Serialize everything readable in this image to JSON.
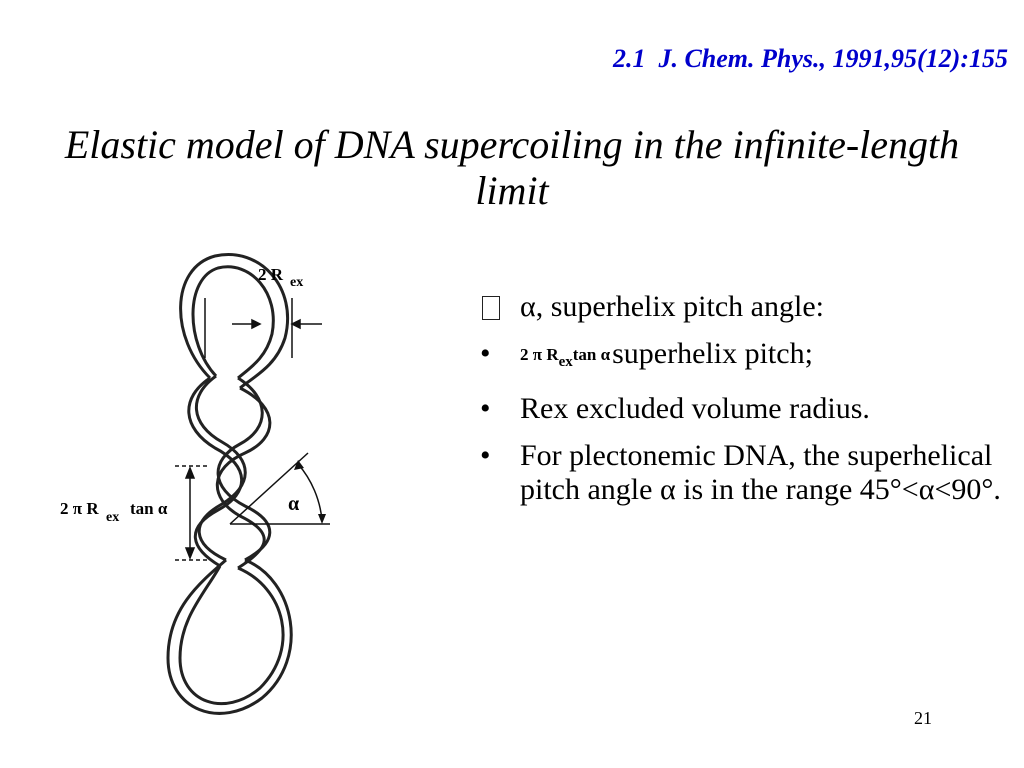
{
  "header": {
    "citation": "2.1  J. Chem. Phys., 1991,95(12):155"
  },
  "slide": {
    "title": "Elastic model of DNA supercoiling in the infinite-length limit",
    "bullets": [
      {
        "marker": "box",
        "symbol": "α",
        "text": ", superhelix pitch angle:"
      },
      {
        "marker": "•",
        "formula": "2 π R",
        "formula_sub": "ex",
        "formula_tail": "tan α",
        "text": "superhelix pitch;"
      },
      {
        "marker": "•",
        "text": "Rex excluded volume radius."
      },
      {
        "marker": "•",
        "text_before": "For plectonemic DNA, the superhelical pitch angle ",
        "symbol": "α",
        "text_mid": " is in the range 45°<",
        "symbol2": "α",
        "text_after": "<90°."
      }
    ],
    "page_number": "21"
  },
  "figure": {
    "label_radius": "2 R",
    "label_radius_sub": "ex",
    "label_pitch": "2 π R",
    "label_pitch_sub": "ex",
    "label_pitch_tail": "tan α",
    "label_angle": "α"
  }
}
